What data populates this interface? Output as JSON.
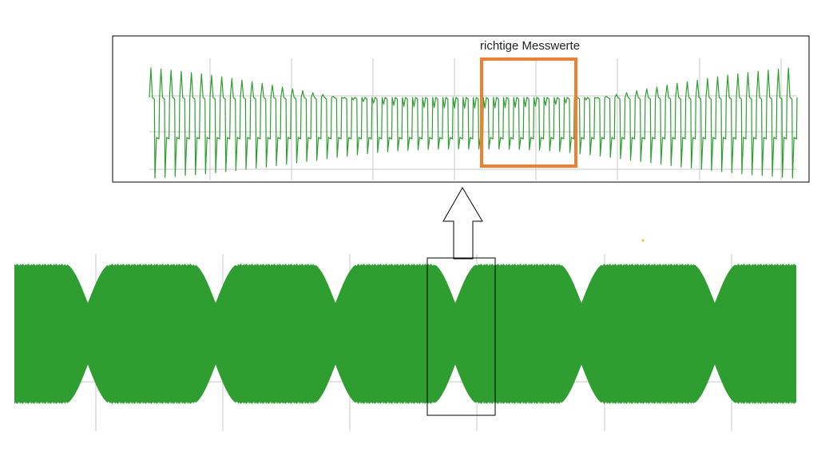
{
  "colors": {
    "signal": "#2e9e30",
    "highlight": "#f08030",
    "frame": "#000000",
    "grid": "#c8c8c8",
    "background": "#ffffff"
  },
  "annotation": {
    "highlight_label": "richtige Messwerte"
  },
  "icons": [
    "up-arrow-icon"
  ],
  "chart_data": [
    {
      "id": "zoomed-detail",
      "type": "line",
      "title": "",
      "xlabel": "",
      "ylabel": "",
      "grid": true,
      "legend": "none",
      "description_of_values": "square-like pulse train with sharp overshoot spikes; peak amplitude per pulse",
      "pulse_count": 64,
      "amplitude_envelope": [
        1.0,
        0.95,
        0.9,
        0.83,
        0.76,
        0.68,
        0.6,
        0.52,
        0.45,
        0.4,
        0.38,
        0.37,
        0.37,
        0.38,
        0.4,
        0.45,
        0.52,
        0.6,
        0.68,
        0.76,
        0.83,
        0.9,
        0.95,
        1.0
      ],
      "highlighted_region": "richtige Messwerte"
    },
    {
      "id": "full-signal",
      "type": "area",
      "title": "",
      "xlabel": "",
      "ylabel": "",
      "grid": true,
      "legend": "none",
      "description_of_values": "dense oscillating signal, envelope amplitude (0-1) over time",
      "envelope_segments": [
        {
          "shape": "plateau",
          "amp": 0.92
        },
        {
          "shape": "dip",
          "amp": 0.22
        },
        {
          "shape": "plateau",
          "amp": 0.92
        },
        {
          "shape": "dip",
          "amp": 0.22
        },
        {
          "shape": "plateau",
          "amp": 0.92
        },
        {
          "shape": "dip",
          "amp": 0.22
        },
        {
          "shape": "plateau",
          "amp": 0.92
        },
        {
          "shape": "dip",
          "amp": 0.22
        },
        {
          "shape": "plateau",
          "amp": 0.92
        },
        {
          "shape": "dip",
          "amp": 0.22
        },
        {
          "shape": "plateau",
          "amp": 0.92
        },
        {
          "shape": "dip",
          "amp": 0.22
        },
        {
          "shape": "plateau",
          "amp": 0.92
        }
      ]
    }
  ]
}
